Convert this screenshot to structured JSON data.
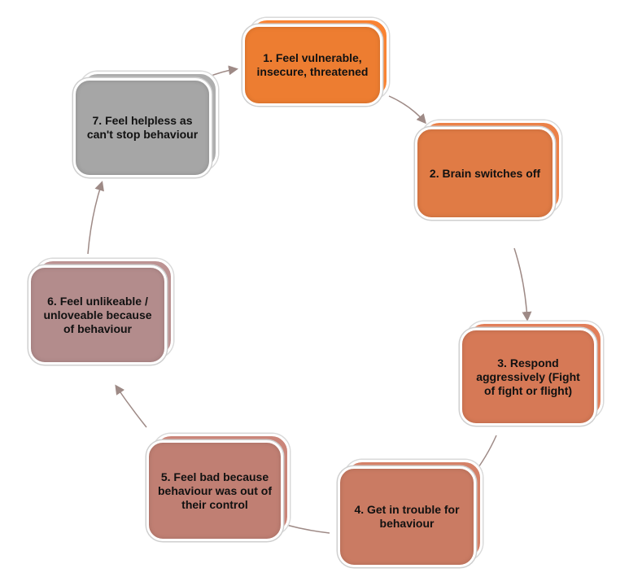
{
  "steps": [
    {
      "label": "1. Feel vulnerable, insecure, threatened",
      "color": "#ED7D31"
    },
    {
      "label": "2. Brain switches off",
      "color": "#E07B45"
    },
    {
      "label": "3. Respond aggressively (Fight of fight or flight)",
      "color": "#D67956"
    },
    {
      "label": "4. Get in trouble for behaviour",
      "color": "#CA7B63"
    },
    {
      "label": "5. Feel bad because behaviour was out of their control",
      "color": "#C07F73"
    },
    {
      "label": "6. Feel unlikeable / unloveable because of behaviour",
      "color": "#B38C8C"
    },
    {
      "label": "7. Feel helpless as can't stop behaviour",
      "color": "#A6A6A6"
    }
  ],
  "arrow_color": "#9E8A86"
}
